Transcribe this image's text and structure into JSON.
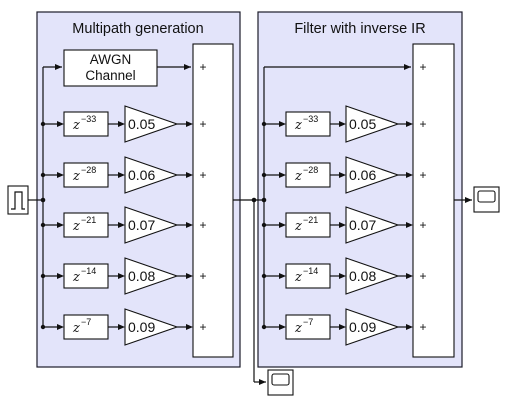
{
  "panels": {
    "multipath": {
      "title": "Multipath generation"
    },
    "inverse": {
      "title": "Filter with inverse IR"
    }
  },
  "awgn": {
    "line1": "AWGN",
    "line2": "Channel"
  },
  "delay_symbol": "z",
  "sum_sign": "+",
  "paths": [
    {
      "delay_exp": "−33",
      "gain": "0.05"
    },
    {
      "delay_exp": "−28",
      "gain": "0.06"
    },
    {
      "delay_exp": "−21",
      "gain": "0.07"
    },
    {
      "delay_exp": "−14",
      "gain": "0.08"
    },
    {
      "delay_exp": "−7",
      "gain": "0.09"
    }
  ]
}
